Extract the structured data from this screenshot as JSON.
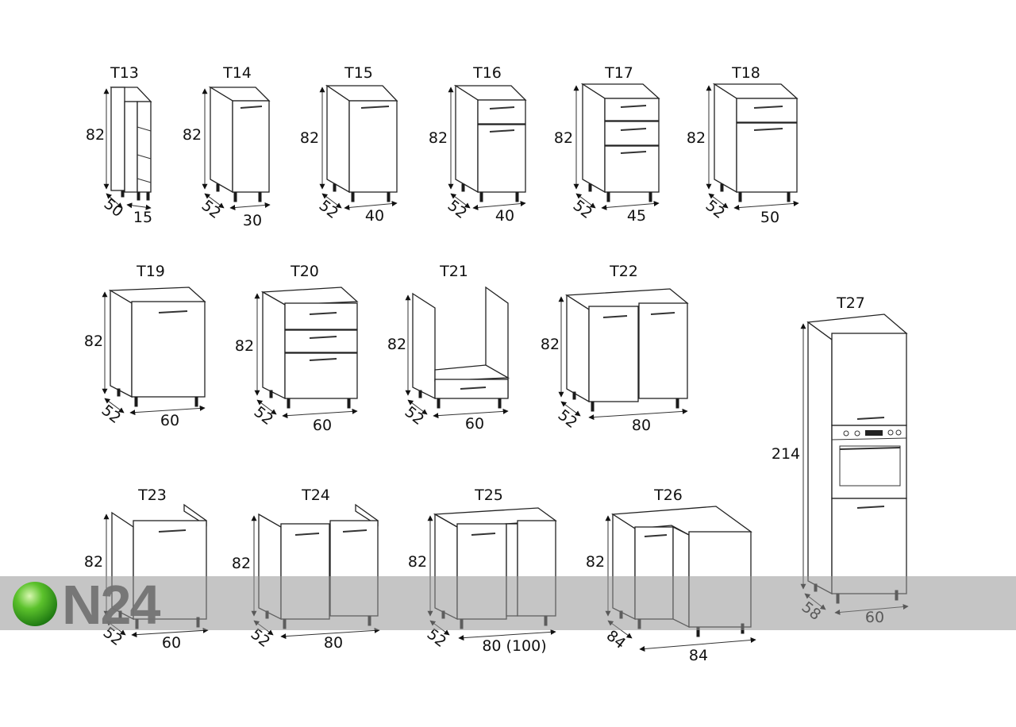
{
  "modules": [
    {
      "label": "T13",
      "height": "82",
      "depth": "50",
      "width": "15"
    },
    {
      "label": "T14",
      "height": "82",
      "depth": "52",
      "width": "30"
    },
    {
      "label": "T15",
      "height": "82",
      "depth": "52",
      "width": "40"
    },
    {
      "label": "T16",
      "height": "82",
      "depth": "52",
      "width": "40"
    },
    {
      "label": "T17",
      "height": "82",
      "depth": "52",
      "width": "45"
    },
    {
      "label": "T18",
      "height": "82",
      "depth": "52",
      "width": "50"
    },
    {
      "label": "T19",
      "height": "82",
      "depth": "52",
      "width": "60"
    },
    {
      "label": "T20",
      "height": "82",
      "depth": "52",
      "width": "60"
    },
    {
      "label": "T21",
      "height": "82",
      "depth": "52",
      "width": "60"
    },
    {
      "label": "T22",
      "height": "82",
      "depth": "52",
      "width": "80"
    },
    {
      "label": "T23",
      "height": "82",
      "depth": "52",
      "width": "60"
    },
    {
      "label": "T24",
      "height": "82",
      "depth": "52",
      "width": "80"
    },
    {
      "label": "T25",
      "height": "82",
      "depth": "52",
      "width": "80 (100)"
    },
    {
      "label": "T26",
      "height": "82",
      "depth": "84",
      "width": "84"
    },
    {
      "label": "T27",
      "height": "214",
      "depth": "58",
      "width": "60"
    }
  ],
  "watermark": {
    "text": "ON24"
  }
}
